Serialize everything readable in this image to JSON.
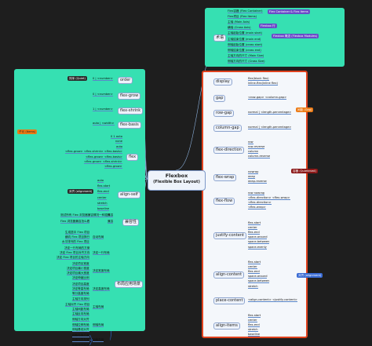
{
  "center": {
    "title": "Flexbox",
    "subtitle": "(Flexible Box Layout)"
  },
  "colors": {
    "background": "#1e1e1e",
    "teal_area": "#36e0b2",
    "light_area": "#f4f7fb",
    "frame_red": "#e0421e",
    "connector": "#8fb4e0",
    "tag_black": "#2b2b2b",
    "tag_orange": "#ec7a14",
    "tag_darkred": "#8b1717",
    "tag_blue": "#3b6cd4",
    "tag_purple": "#6a4bc8"
  },
  "top": {
    "node": "术语",
    "tag_container": "Flex Container & Flex items",
    "tag_lines": "Flexbox 概念 (Flexbox Modules)",
    "tag_small": "Flexbox 行",
    "items": [
      "Flex容器 (Flex Container)",
      "Flex项目 (Flex Items)",
      "主轴 (Main Axis)",
      "横轴 (Cross Axis)",
      "主轴起始位置 (main start)",
      "主轴结束位置 (main end)",
      "侧轴起始位置 (cross start)",
      "侧轴结束位置 (cross end)",
      "主轴方向的尺寸 (Main Size)",
      "侧轴方向的尺寸 (Cross Size)"
    ]
  },
  "left": {
    "tag_items": "子元 (Items)",
    "tag_self": "排序 (Quiet)",
    "tag_align_self": "对齐 (alignment)",
    "order": {
      "label": "order",
      "value": "0 | <number>"
    },
    "flex_grow": {
      "label": "flex-grow",
      "value": "0 | <number>"
    },
    "flex_shrink": {
      "label": "flex-shrink",
      "value": "1 | <number>"
    },
    "flex_basis": {
      "label": "flex-basis",
      "value": "auto | <width>"
    },
    "flex": {
      "label": "flex",
      "values": [
        "0 1 auto",
        "none",
        "auto",
        "<flex-grow> <flex-shrink> <flex-basis>",
        "<flex-grow> <flex-basis>",
        "<flex-grow> <flex-shrink>",
        "<flex-grow>"
      ]
    },
    "align_self": {
      "label": "align-self",
      "values": [
        "auto",
        "flex-start",
        "flex-end",
        "center",
        "stretch",
        "baseline"
      ]
    },
    "compat": {
      "label": "兼容性",
      "items": [
        {
          "text": "测试所有 Flex 浏览器兼容情况一种插件",
          "node": "兼容"
        },
        {
          "text": "Flex 浏览器兼容怎么看",
          "node": "兼容"
        }
      ]
    },
    "scenarios": {
      "label": "布局应用场景",
      "groups": [
        {
          "label": "自动布局",
          "items": [
            "生成居中 Flex 项目",
            "横向 Flex 项目换行",
            "水平排列的 Flex 项目"
          ]
        },
        {
          "label": "决定一行布局",
          "items": [
            "决定一行布局的方案",
            "决定 Flex 项目对齐方向",
            "决定 Flex 项目的主轴方向"
          ]
        },
        {
          "label": "决定宽度布局",
          "items": [
            "决定项目宽度",
            "决定项目最小宽度",
            "决定项目最大宽度",
            "决定伸缩比例"
          ]
        },
        {
          "label": "决定高度布局",
          "items": [
            "决定项目高度",
            "决定等高布局",
            "等分高度布局"
          ]
        },
        {
          "label": "主轴布局",
          "items": [
            "主轴方向排列",
            "主轴对齐 Flex 项目",
            "主轴间距布局",
            "主轴反向布局"
          ]
        },
        {
          "label": "侧轴布局",
          "items": [
            "侧轴方向对齐",
            "侧轴拉伸布局",
            "侧轴基线对齐"
          ]
        },
        {
          "label": "网格布局",
          "items": [
            "网格布局方案",
            "网格对齐布局",
            "网格等分布局"
          ]
        }
      ]
    }
  },
  "right": {
    "tag_container": "容器 (Quietened)",
    "tag_gap": "间距 (Gap)",
    "tag_align": "对齐 (alignment)",
    "tag_direction": "方向 (Direction)",
    "display": {
      "label": "display",
      "values": [
        "flex(block flex)",
        "inline-flex(inline flex)"
      ]
    },
    "gap": {
      "label": "gap",
      "values": [
        "<row-gap> <column-gap>"
      ]
    },
    "row_gap": {
      "label": "row-gap",
      "values": [
        "normal | <length-percentage>"
      ]
    },
    "column_gap": {
      "label": "column-gap",
      "values": [
        "normal | <length-percentage>"
      ]
    },
    "flex_direction": {
      "label": "flex-direction",
      "values": [
        "row",
        "row-reverse",
        "column",
        "column-reverse"
      ]
    },
    "flex_wrap": {
      "label": "flex-wrap",
      "values": [
        "nowrap",
        "wrap",
        "wrap-reverse"
      ]
    },
    "flex_flow": {
      "label": "flex-flow",
      "values": [
        "row nowrap",
        "<flex-direction> <flex-wrap>",
        "<flex-direction>",
        "<flex-wrap>"
      ]
    },
    "justify_content": {
      "label": "justify-content",
      "values": [
        "flex-start",
        "center",
        "flex-end",
        "space-around",
        "space-between",
        "space-evenly"
      ]
    },
    "align_content": {
      "label": "align-content",
      "values": [
        "flex-start",
        "center",
        "flex-end",
        "space-around",
        "space-between",
        "stretch"
      ]
    },
    "place_content": {
      "label": "place-content",
      "values": [
        "<align-content> <justify-content>"
      ]
    },
    "align_items": {
      "label": "align-items",
      "values": [
        "flex-start",
        "center",
        "flex-end",
        "stretch",
        "baseline"
      ]
    }
  }
}
